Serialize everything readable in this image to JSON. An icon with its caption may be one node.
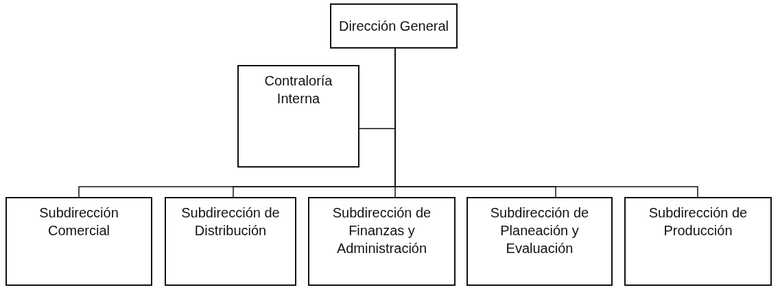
{
  "diagram": {
    "nodes": [
      {
        "text": [
          "Dirección General"
        ]
      },
      {
        "text": [
          "Contraloría Interna"
        ]
      },
      {
        "text": [
          "Subdirección Comercial"
        ]
      },
      {
        "text": [
          "Subdirección de Distribución"
        ]
      },
      {
        "text": [
          "Subdirección de Finanzas y Administración"
        ]
      },
      {
        "text": [
          "Subdirección de Planeación y Evaluación"
        ]
      },
      {
        "text": [
          "Subdirección de Producción"
        ]
      }
    ],
    "edges": [
      {
        "from": 0,
        "to": 1,
        "arrow": "none"
      },
      {
        "from": 0,
        "to": 2,
        "arrow": "none"
      },
      {
        "from": 0,
        "to": 3,
        "arrow": "none"
      },
      {
        "from": 0,
        "to": 4,
        "arrow": "none"
      },
      {
        "from": 0,
        "to": 5,
        "arrow": "none"
      },
      {
        "from": 0,
        "to": 6,
        "arrow": "none"
      }
    ]
  }
}
